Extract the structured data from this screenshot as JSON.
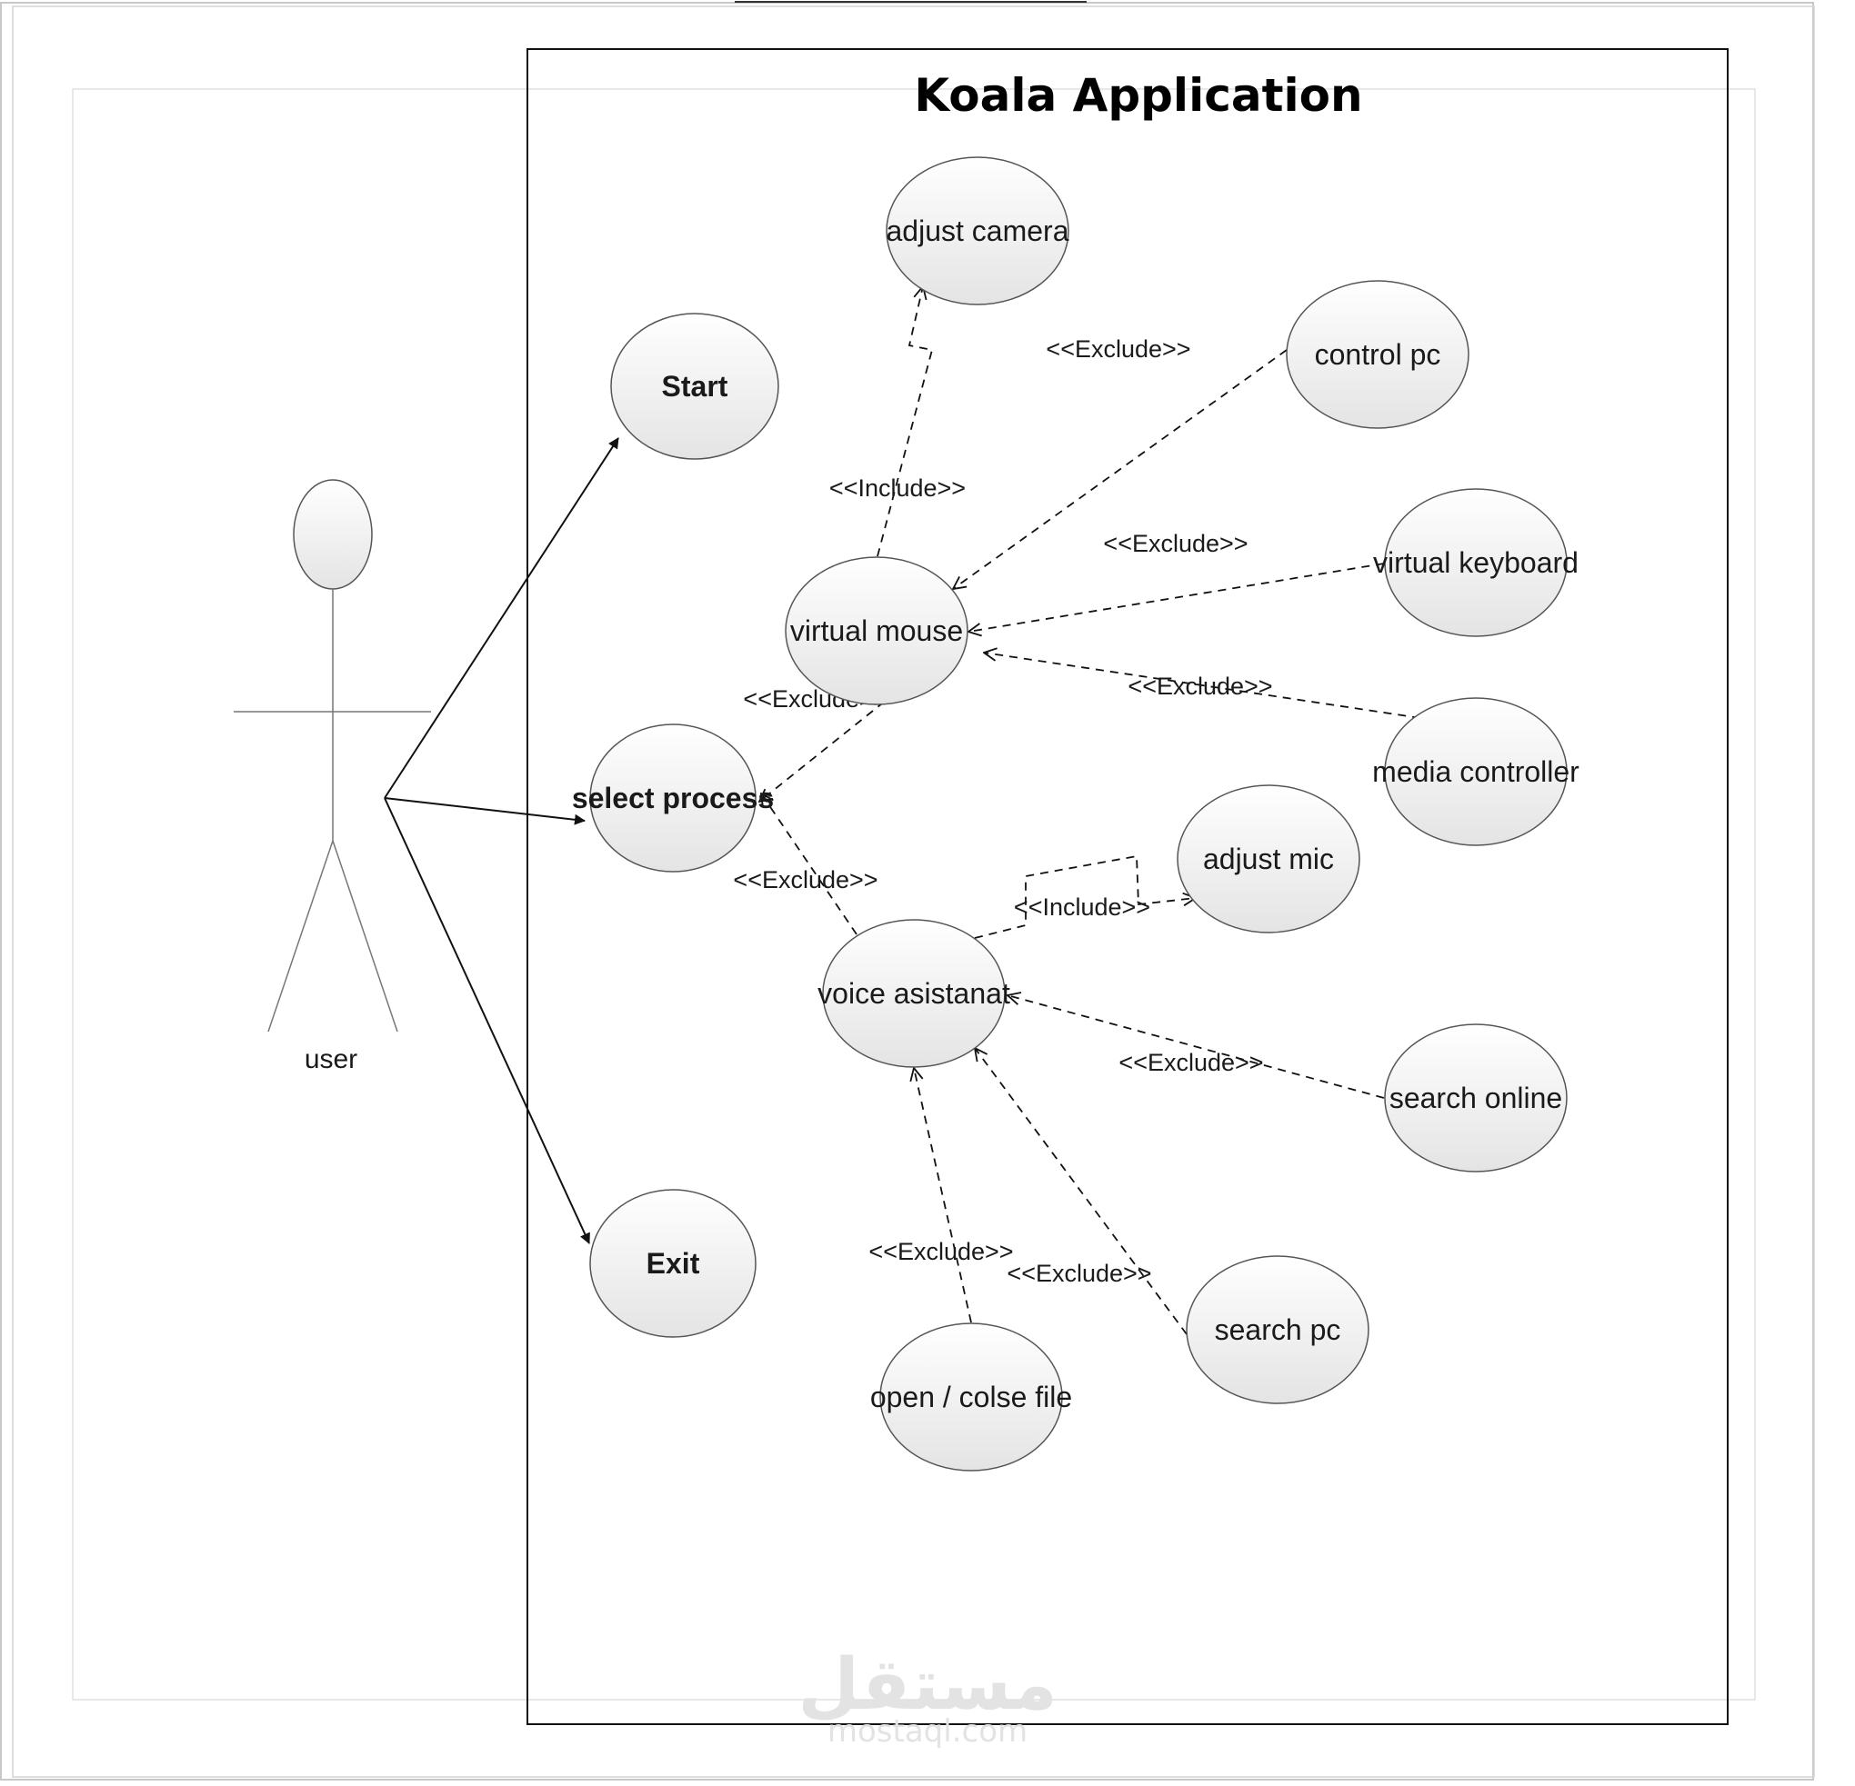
{
  "diagram": {
    "title": "Koala Application",
    "actor": {
      "label": "user"
    },
    "use_cases": {
      "start": "Start",
      "select_process": "select process",
      "exit": "Exit",
      "adjust_camera": "adjust camera",
      "control_pc": "control pc",
      "virtual_mouse": "virtual mouse",
      "virtual_keyboard": "virtual keyboard",
      "media_controller": "media controller",
      "adjust_mic": "adjust mic",
      "voice_assistant": "voice asistanat",
      "search_online": "search online",
      "search_pc": "search pc",
      "open_close_file": "open / colse file"
    },
    "relations": {
      "include_camera": "<<Include>>",
      "exclude_control_pc": "<<Exclude>>",
      "exclude_keyboard": "<<Exclude>>",
      "exclude_media": "<<Exclude>>",
      "exclude_mouse": "<<Exclude>>",
      "exclude_voice": "<<Exclude>>",
      "include_mic": "<<Include>>",
      "exclude_search_online": "<<Exclude>>",
      "exclude_open_file": "<<Exclude>>",
      "exclude_search_pc": "<<Exclude>>"
    }
  },
  "watermark": {
    "logo_text": "مستقل",
    "site": "mostaql.com"
  },
  "colors": {
    "line": "#111111",
    "ellipse_fill_top": "#ffffff",
    "ellipse_fill_bottom": "#e6e6e6",
    "frame_gray": "#c8c8c8"
  }
}
